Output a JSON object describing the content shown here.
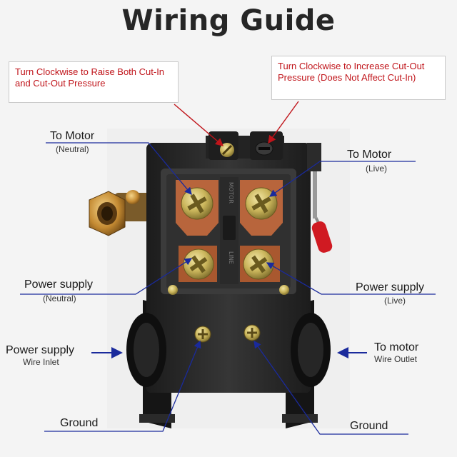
{
  "title": "Wiring Guide",
  "callouts": {
    "left": "Turn Clockwise to Raise Both Cut-In and Cut-Out Pressure",
    "right": "Turn Clockwise to Increase Cut-Out Pressure (Does Not Affect Cut-In)"
  },
  "labels": {
    "to_motor_neutral": {
      "main": "To Motor",
      "sub": "(Neutral)"
    },
    "to_motor_live": {
      "main": "To Motor",
      "sub": "(Live)"
    },
    "power_supply_neutral": {
      "main": "Power supply",
      "sub": "(Neutral)"
    },
    "power_supply_live": {
      "main": "Power supply",
      "sub": "(Live)"
    },
    "power_supply_inlet": {
      "main": "Power supply",
      "sub": "Wire Inlet"
    },
    "to_motor_outlet": {
      "main": "To motor",
      "sub": "Wire Outlet"
    },
    "ground_left": "Ground",
    "ground_right": "Ground"
  },
  "device_markings": {
    "terminal_top": "MOTOR",
    "terminal_bottom": "LINE"
  },
  "colors": {
    "callout_text": "#c0141a",
    "pointer_red": "#c0141a",
    "pointer_blue": "#1a2a9c",
    "device_body": "#2b2b2b",
    "screw": "#c9b45a",
    "copper": "#b8653c",
    "cap_red": "#d01a22"
  }
}
